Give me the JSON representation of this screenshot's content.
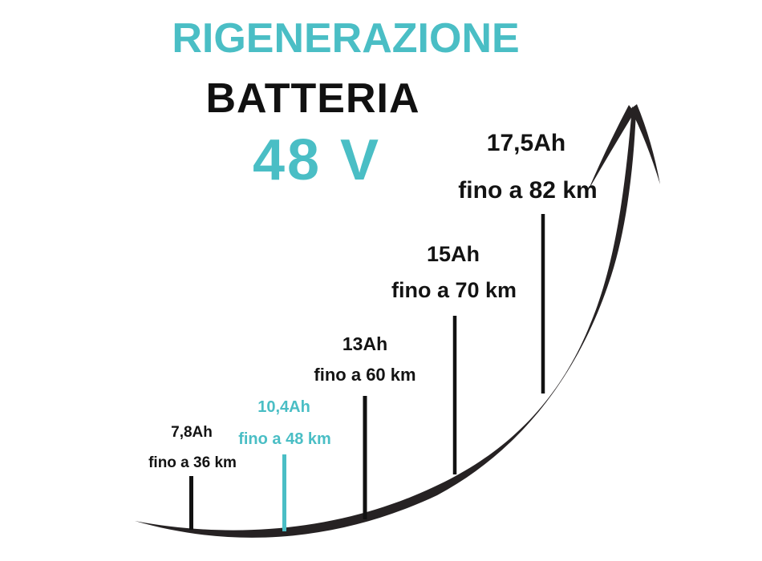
{
  "title": {
    "line1": "RIGENERAZIONE",
    "line2": "BATTERIA",
    "line3": "48 V"
  },
  "colors": {
    "accent_teal": "#4ABEC5",
    "text_black": "#111111",
    "arrow_black": "#262223",
    "background": "#ffffff"
  },
  "graphics": {
    "arrow_icon": "curved-growth-arrow"
  },
  "chart_data": {
    "type": "line",
    "title": "RIGENERAZIONE BATTERIA 48 V",
    "xlabel": "",
    "ylabel": "",
    "legend_position": "none",
    "grid": false,
    "x_capacity_ah": [
      7.8,
      10.4,
      13,
      15,
      17.5
    ],
    "y_range_km": [
      36,
      48,
      60,
      70,
      82
    ],
    "points": [
      {
        "capacity": "7,8Ah",
        "range": "fino a 36 km",
        "capacity_ah": 7.8,
        "range_km": 36,
        "highlighted": false
      },
      {
        "capacity": "10,4Ah",
        "range": "fino a 48 km",
        "capacity_ah": 10.4,
        "range_km": 48,
        "highlighted": true
      },
      {
        "capacity": "13Ah",
        "range": "fino a 60 km",
        "capacity_ah": 13,
        "range_km": 60,
        "highlighted": false
      },
      {
        "capacity": "15Ah",
        "range": "fino a 70 km",
        "capacity_ah": 15,
        "range_km": 70,
        "highlighted": false
      },
      {
        "capacity": "17,5Ah",
        "range": "fino a 82 km",
        "capacity_ah": 17.5,
        "range_km": 82,
        "highlighted": false
      }
    ]
  }
}
